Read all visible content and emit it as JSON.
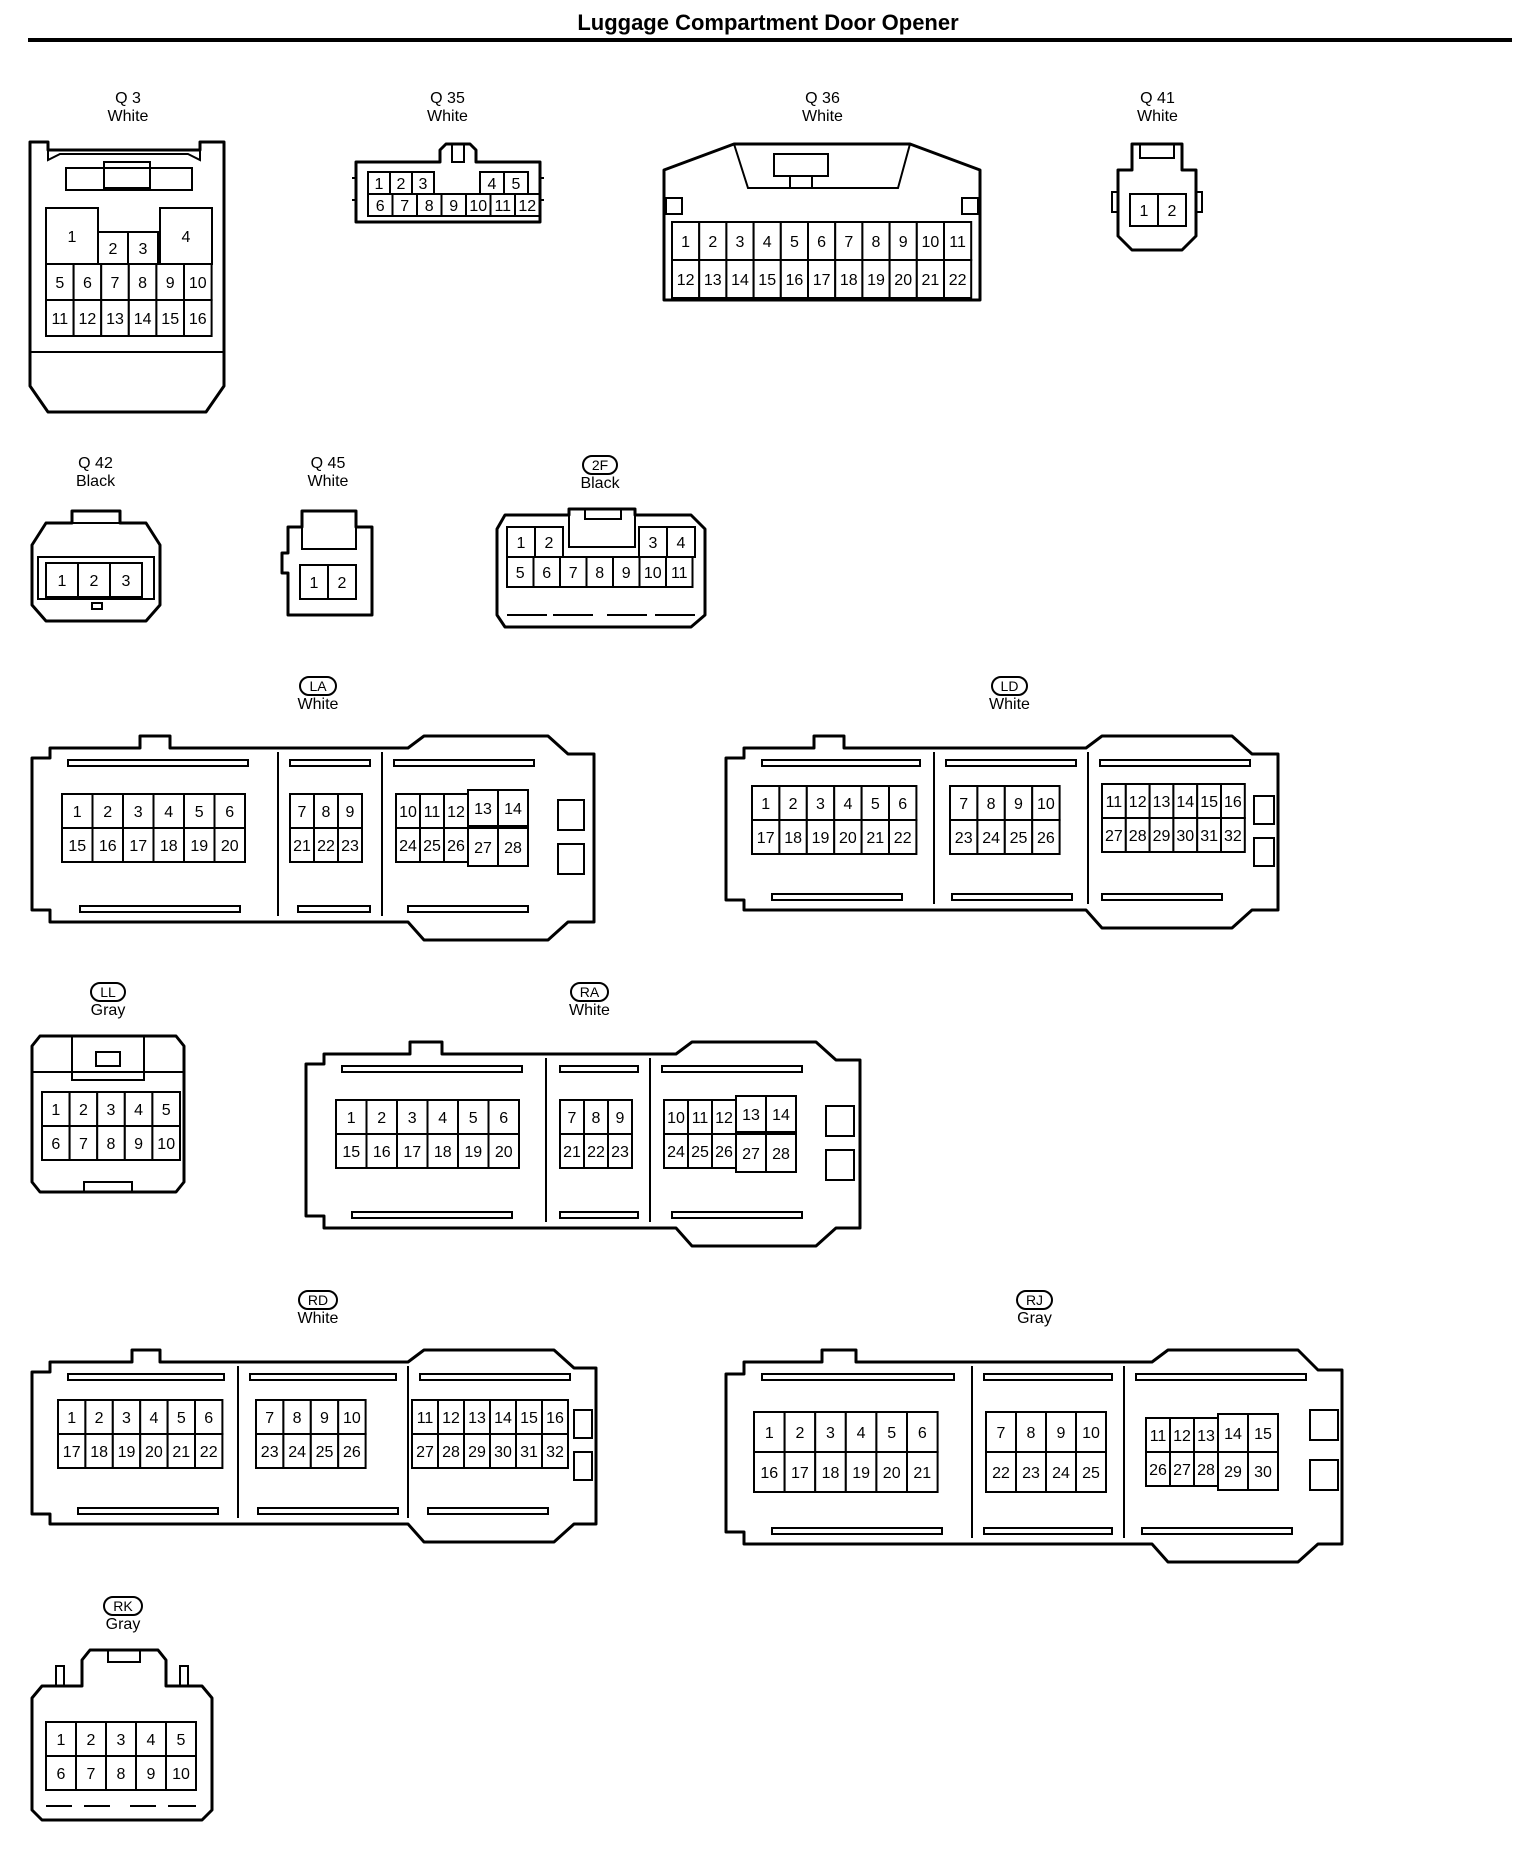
{
  "page": {
    "title": "Luggage Compartment Door Opener"
  },
  "connectors": [
    {
      "id": "Q 3",
      "color": "White",
      "badge": false,
      "rows": [
        [
          "1",
          "2",
          "3",
          "4"
        ],
        [
          "5",
          "6",
          "7",
          "8",
          "9",
          "10"
        ],
        [
          "11",
          "12",
          "13",
          "14",
          "15",
          "16"
        ]
      ]
    },
    {
      "id": "Q 35",
      "color": "White",
      "badge": false,
      "rows": [
        [
          "1",
          "2",
          "3",
          "4",
          "5"
        ],
        [
          "6",
          "7",
          "8",
          "9",
          "10",
          "11",
          "12"
        ]
      ]
    },
    {
      "id": "Q 36",
      "color": "White",
      "badge": false,
      "rows": [
        [
          "1",
          "2",
          "3",
          "4",
          "5",
          "6",
          "7",
          "8",
          "9",
          "10",
          "11"
        ],
        [
          "12",
          "13",
          "14",
          "15",
          "16",
          "17",
          "18",
          "19",
          "20",
          "21",
          "22"
        ]
      ]
    },
    {
      "id": "Q 41",
      "color": "White",
      "badge": false,
      "rows": [
        [
          "1",
          "2"
        ]
      ]
    },
    {
      "id": "Q 42",
      "color": "Black",
      "badge": false,
      "rows": [
        [
          "1",
          "2",
          "3"
        ]
      ]
    },
    {
      "id": "Q 45",
      "color": "White",
      "badge": false,
      "rows": [
        [
          "1",
          "2"
        ]
      ]
    },
    {
      "id": "2F",
      "color": "Black",
      "badge": true,
      "rows": [
        [
          "1",
          "2",
          "3",
          "4"
        ],
        [
          "5",
          "6",
          "7",
          "8",
          "9",
          "10",
          "11"
        ]
      ]
    },
    {
      "id": "LA",
      "color": "White",
      "badge": true,
      "rows": [
        [
          "1",
          "2",
          "3",
          "4",
          "5",
          "6",
          "7",
          "8",
          "9",
          "10",
          "11",
          "12",
          "13",
          "14"
        ],
        [
          "15",
          "16",
          "17",
          "18",
          "19",
          "20",
          "21",
          "22",
          "23",
          "24",
          "25",
          "26",
          "27",
          "28"
        ]
      ]
    },
    {
      "id": "LD",
      "color": "White",
      "badge": true,
      "rows": [
        [
          "1",
          "2",
          "3",
          "4",
          "5",
          "6",
          "7",
          "8",
          "9",
          "10",
          "11",
          "12",
          "13",
          "14",
          "15",
          "16"
        ],
        [
          "17",
          "18",
          "19",
          "20",
          "21",
          "22",
          "23",
          "24",
          "25",
          "26",
          "27",
          "28",
          "29",
          "30",
          "31",
          "32"
        ]
      ]
    },
    {
      "id": "LL",
      "color": "Gray",
      "badge": true,
      "rows": [
        [
          "1",
          "2",
          "3",
          "4",
          "5"
        ],
        [
          "6",
          "7",
          "8",
          "9",
          "10"
        ]
      ]
    },
    {
      "id": "RA",
      "color": "White",
      "badge": true,
      "rows": [
        [
          "1",
          "2",
          "3",
          "4",
          "5",
          "6",
          "7",
          "8",
          "9",
          "10",
          "11",
          "12",
          "13",
          "14"
        ],
        [
          "15",
          "16",
          "17",
          "18",
          "19",
          "20",
          "21",
          "22",
          "23",
          "24",
          "25",
          "26",
          "27",
          "28"
        ]
      ]
    },
    {
      "id": "RD",
      "color": "White",
      "badge": true,
      "rows": [
        [
          "1",
          "2",
          "3",
          "4",
          "5",
          "6",
          "7",
          "8",
          "9",
          "10",
          "11",
          "12",
          "13",
          "14",
          "15",
          "16"
        ],
        [
          "17",
          "18",
          "19",
          "20",
          "21",
          "22",
          "23",
          "24",
          "25",
          "26",
          "27",
          "28",
          "29",
          "30",
          "31",
          "32"
        ]
      ]
    },
    {
      "id": "RJ",
      "color": "Gray",
      "badge": true,
      "rows": [
        [
          "1",
          "2",
          "3",
          "4",
          "5",
          "6",
          "7",
          "8",
          "9",
          "10",
          "11",
          "12",
          "13",
          "14",
          "15"
        ],
        [
          "16",
          "17",
          "18",
          "19",
          "20",
          "21",
          "22",
          "23",
          "24",
          "25",
          "26",
          "27",
          "28",
          "29",
          "30"
        ]
      ]
    },
    {
      "id": "RK",
      "color": "Gray",
      "badge": true,
      "rows": [
        [
          "1",
          "2",
          "3",
          "4",
          "5"
        ],
        [
          "6",
          "7",
          "8",
          "9",
          "10"
        ]
      ]
    }
  ]
}
